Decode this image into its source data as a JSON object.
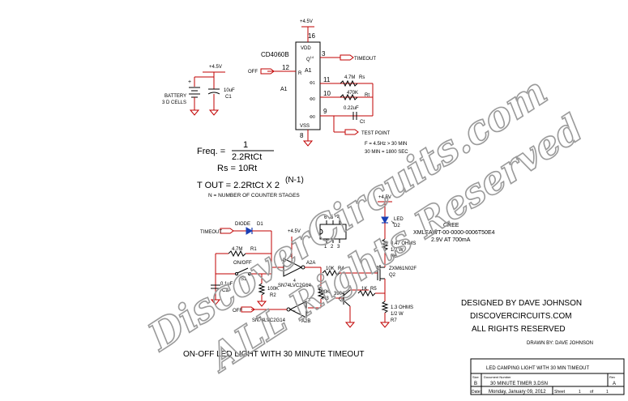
{
  "ic_a1": {
    "part": "CD4060B",
    "ref": "A1",
    "ref2": "A1",
    "vdd": "VDD",
    "vss": "VSS",
    "pin16": "16",
    "pin3": "3",
    "pin12": "12",
    "pin11": "11",
    "pin10": "10",
    "pin9": "9",
    "pin8": "8",
    "q14": "Q",
    "q14_sub": "14",
    "r_pin": "R",
    "phi1": "Φ1",
    "phi0b": "Φ0",
    "phi0": "Φ0"
  },
  "supply": {
    "v1": "+4.5V",
    "v2": "+4.5V",
    "v3": "+4.5V",
    "v4": "+4.5V"
  },
  "labels": {
    "off1": "OFF",
    "off2": "OFF",
    "timeout_out": "TIMEOUT",
    "timeout_in": "TIMEOUT",
    "test_point": "TEST POINT",
    "battery": "BATTERY",
    "battery2": "3 D CELLS"
  },
  "parts": {
    "c1_val": "10uF",
    "c1_ref": "C1",
    "rs_val": "4.7M",
    "rs_ref": "Rs",
    "rt_val": "470K",
    "rt_ref": "Rt",
    "ct_val": "0.22uF",
    "ct_ref": "Ct",
    "d1_lbl": "DIODE",
    "d1_ref": "D1",
    "r1_val": "4.7M",
    "r1_ref": "R1",
    "s1_lbl": "ON/OFF",
    "s1_ref": "S1",
    "c2_val": "0.1uF",
    "c2_ref": "C2",
    "r2_val": "100K",
    "r2_ref": "R2",
    "r3_val": "100K",
    "r3_ref": "R3",
    "r4_val": "10K",
    "r4_ref": "R4",
    "r5_val": "1K",
    "r5_ref": "R5",
    "q1_val": "3904",
    "q1_ref": "Q1",
    "a2a_part": "SN74LVC2G14",
    "a2a_ref": "A2A",
    "a2b_part": "SN74LVC2G14",
    "a2b_ref": "A2B",
    "pin5": "5",
    "pin4": "4",
    "pin6": "6",
    "pin1": "1",
    "pin2": "2",
    "pin3": "3",
    "led_lbl": "LED",
    "led_ref": "D2",
    "r6_val": "0.47 OHMS",
    "r6_w": "1/2 W",
    "r6_ref": "R6",
    "q2_val": "ZXM61N02F",
    "q2_ref": "Q2",
    "r7_val": "1.3 OHMS",
    "r7_w": "1/2 W",
    "r7_ref": "R7",
    "pkg_top": [
      "6",
      "5",
      "4"
    ],
    "pkg_bot": [
      "1",
      "2",
      "3"
    ]
  },
  "cree": {
    "line1": "CREE",
    "line2": "XMLEAWT-00-0000-0006T50E4",
    "line3": "2.9V AT 700mA"
  },
  "notes": {
    "f_line": "F = 4.5Hz > 30 MIN",
    "min_line": "30 MIN = 1800 SEC"
  },
  "formulas": {
    "freq_lhs": "Freq. =",
    "freq_num": "1",
    "freq_den": "2.2RtCt",
    "rs_eq": "Rs = 10Rt",
    "tout": "T OUT = 2.2RtCt  X 2",
    "tout_exp": "(N-1)",
    "n_note": "N = NUMBER OF COUNTER STAGES"
  },
  "credits": {
    "line1": "DESIGNED BY DAVE JOHNSON",
    "line2": "DISCOVERCIRCUITS.COM",
    "line3": "ALL RIGHTS RESERVED",
    "drawn": "DRAWN BY:  DAVE JOHNSON"
  },
  "caption": "ON-OFF LED LIGHT WITH 30 MINUTE TIMEOUT",
  "title_block": {
    "title": "LED CAMPING LIGHT WITH 30 MIN TIMEOUT",
    "size_h": "Size",
    "size_v": "B",
    "doc_h": "Document Number",
    "doc_v": "30 MINUTE TIMER 3.DSN",
    "rev_h": "Rev",
    "rev_v": "A",
    "date_h": "Date:",
    "date_v": "Monday, January 09, 2012",
    "sheet_h": "Sheet",
    "sheet_n": "1",
    "of": "of",
    "sheet_t": "1"
  },
  "watermark": {
    "line1": "DiscoverCircuits.com",
    "line2": "ALL Rights Reserved"
  }
}
